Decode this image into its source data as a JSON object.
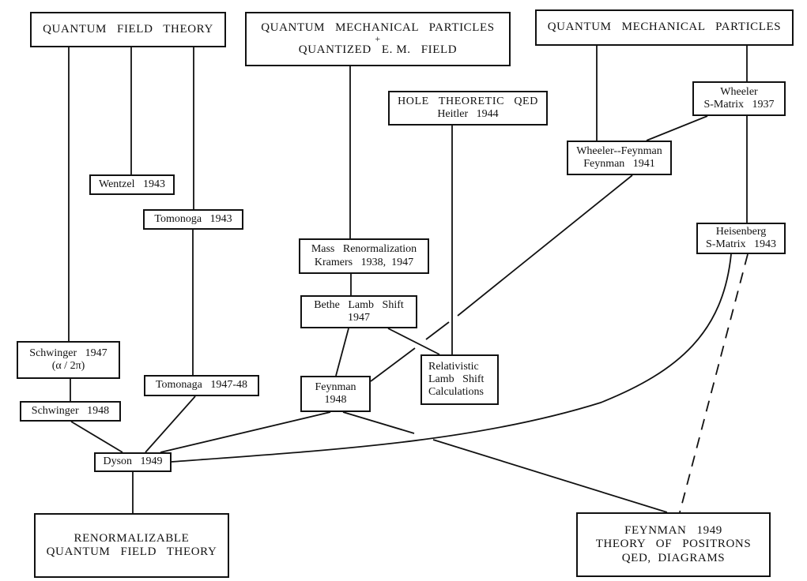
{
  "diagram": {
    "type": "genealogy-flowchart",
    "line_color": "#111111",
    "background": "#ffffff",
    "nodes": [
      {
        "id": "qft",
        "lines": [
          "QUANTUM   FIELD   THEORY"
        ]
      },
      {
        "id": "qmp_qem",
        "lines": [
          "QUANTUM   MECHANICAL   PARTICLES",
          "+",
          "QUANTIZED   E. M.   FIELD"
        ]
      },
      {
        "id": "qmp",
        "lines": [
          "QUANTUM   MECHANICAL   PARTICLES"
        ]
      },
      {
        "id": "hole_qed",
        "lines": [
          "HOLE   THEORETIC   QED",
          "Heitler   1944"
        ]
      },
      {
        "id": "wheeler_s",
        "lines": [
          "Wheeler",
          "S-Matrix   1937"
        ]
      },
      {
        "id": "wheeler_feynman",
        "lines": [
          "Wheeler--Feynman",
          "Feynman   1941"
        ]
      },
      {
        "id": "wentzel",
        "lines": [
          "Wentzel   1943"
        ]
      },
      {
        "id": "tomonaga43",
        "lines": [
          "Tomonoga   1943"
        ]
      },
      {
        "id": "mass_renorm",
        "lines": [
          "Mass   Renormalization",
          "Kramers   1938,  1947"
        ]
      },
      {
        "id": "heisenberg",
        "lines": [
          "Heisenberg",
          "S-Matrix   1943"
        ]
      },
      {
        "id": "bethe",
        "lines": [
          "Bethe   Lamb   Shift",
          "1947"
        ]
      },
      {
        "id": "schwinger47",
        "lines": [
          "Schwinger   1947",
          "(α / 2π)"
        ]
      },
      {
        "id": "relativistic",
        "lines": [
          "Relativistic",
          "Lamb   Shift",
          "Calculations"
        ]
      },
      {
        "id": "tomonaga4748",
        "lines": [
          "Tomonaga   1947-48"
        ]
      },
      {
        "id": "feynman48",
        "lines": [
          "Feynman",
          "1948"
        ]
      },
      {
        "id": "schwinger48",
        "lines": [
          "Schwinger   1948"
        ]
      },
      {
        "id": "dyson",
        "lines": [
          "Dyson   1949"
        ]
      },
      {
        "id": "renorm_qft",
        "lines": [
          "RENORMALIZABLE",
          "QUANTUM   FIELD   THEORY"
        ]
      },
      {
        "id": "feynman49",
        "lines": [
          "FEYNMAN   1949",
          "THEORY   OF   POSITRONS",
          "QED,  DIAGRAMS"
        ]
      }
    ],
    "edges": [
      {
        "from": "qft",
        "to": "schwinger47",
        "style": "solid"
      },
      {
        "from": "qft",
        "to": "wentzel",
        "style": "solid"
      },
      {
        "from": "qft",
        "to": "tomonaga43",
        "style": "solid"
      },
      {
        "from": "tomonaga43",
        "to": "tomonaga4748",
        "style": "solid"
      },
      {
        "from": "schwinger47",
        "to": "schwinger48",
        "style": "solid"
      },
      {
        "from": "schwinger48",
        "to": "dyson",
        "style": "solid"
      },
      {
        "from": "tomonaga4748",
        "to": "dyson",
        "style": "solid"
      },
      {
        "from": "feynman48",
        "to": "dyson",
        "style": "solid"
      },
      {
        "from": "heisenberg",
        "to": "dyson",
        "style": "solid-curve"
      },
      {
        "from": "dyson",
        "to": "renorm_qft",
        "style": "solid"
      },
      {
        "from": "qmp_qem",
        "to": "mass_renorm",
        "style": "solid"
      },
      {
        "from": "mass_renorm",
        "to": "bethe",
        "style": "solid"
      },
      {
        "from": "bethe",
        "to": "feynman48",
        "style": "solid"
      },
      {
        "from": "bethe",
        "to": "relativistic",
        "style": "solid"
      },
      {
        "from": "hole_qed",
        "to": "relativistic",
        "style": "solid"
      },
      {
        "from": "wheeler_feynman",
        "to": "feynman48",
        "style": "solid"
      },
      {
        "from": "feynman48",
        "to": "feynman49",
        "style": "solid"
      },
      {
        "from": "qmp",
        "to": "wheeler_feynman",
        "style": "solid"
      },
      {
        "from": "qmp",
        "to": "wheeler_s",
        "style": "solid"
      },
      {
        "from": "wheeler_s",
        "to": "wheeler_feynman",
        "style": "solid"
      },
      {
        "from": "wheeler_s",
        "to": "heisenberg",
        "style": "solid"
      },
      {
        "from": "heisenberg",
        "to": "feynman49",
        "style": "dashed"
      }
    ]
  }
}
